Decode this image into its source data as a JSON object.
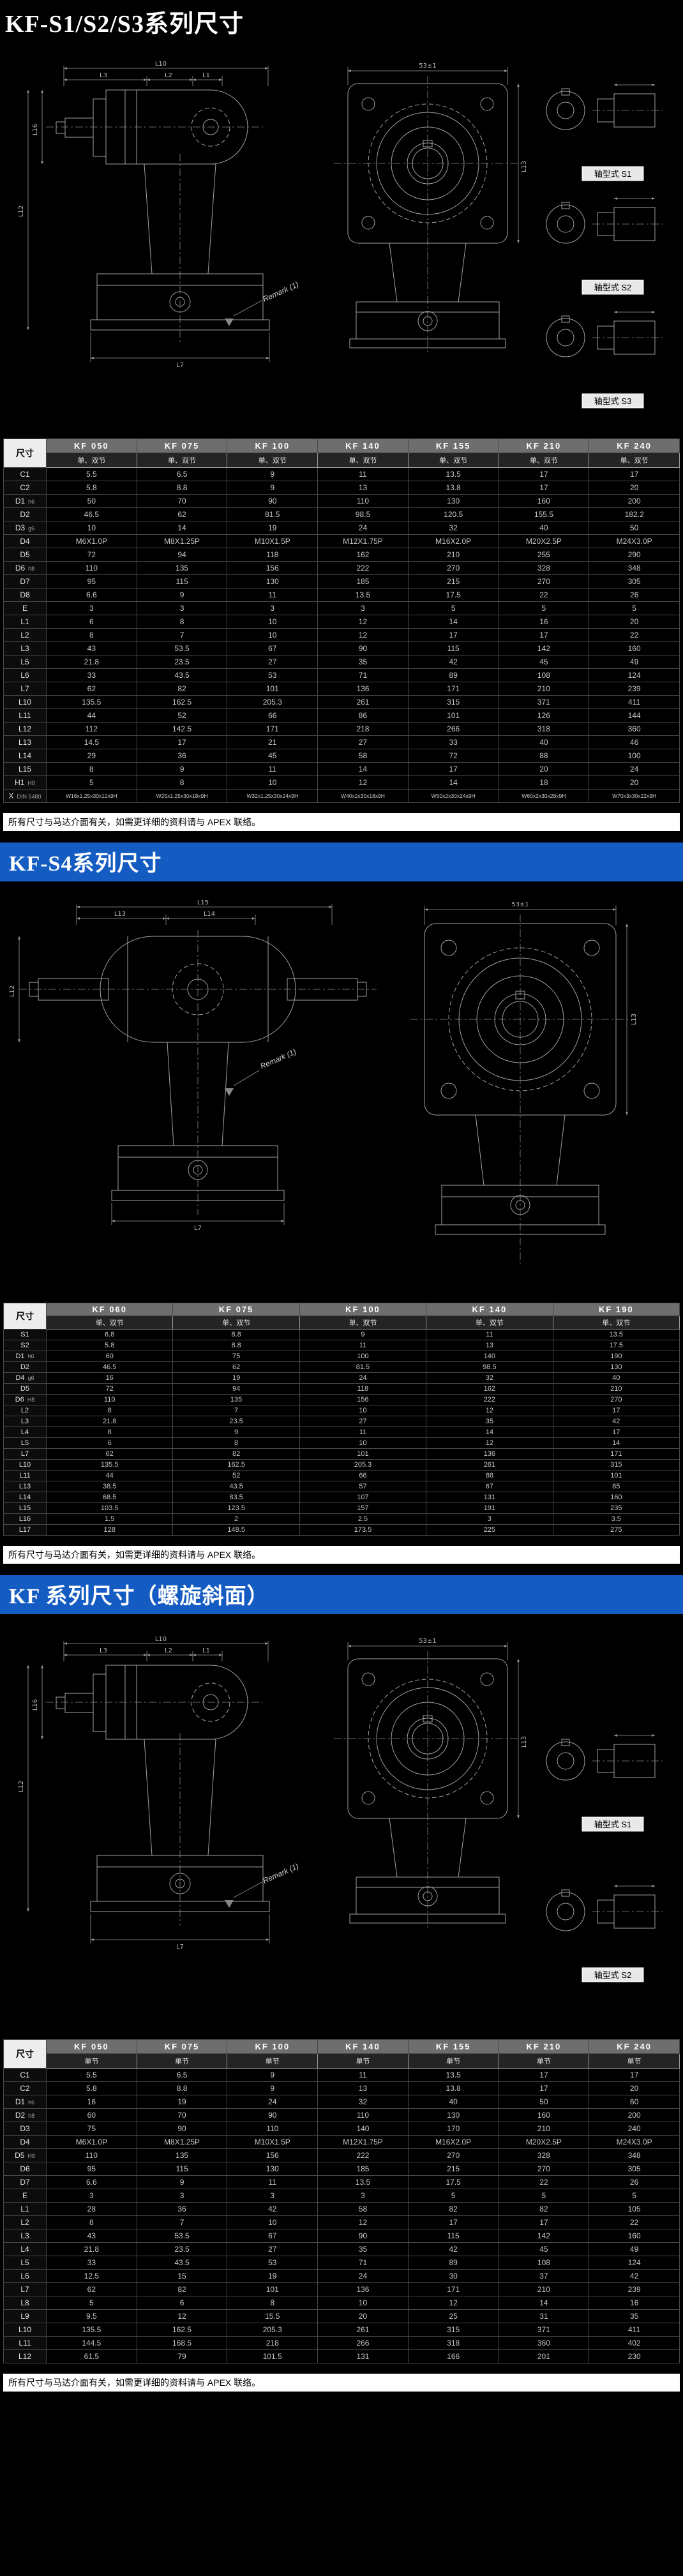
{
  "page": {
    "background": "#000000",
    "accent_blue": "#145cc2"
  },
  "sections": [
    {
      "title": "KF-S1/S2/S3系列尺寸",
      "note": "所有尺寸与马达介面有关，如需更详细的资料请与 APEX 联络。",
      "drawing": {
        "remark": "Remark (1)",
        "shaft_types": [
          "轴型式 S1",
          "轴型式 S2",
          "轴型式 S3"
        ],
        "dims": {
          "top_main": "L10",
          "top_a": "L3",
          "top_b": "L2",
          "top_c": "L1",
          "side_left": "L16",
          "side_left2": "L12",
          "bottom": "L7",
          "front_top": "53±1",
          "front_side": "L13"
        }
      },
      "table": {
        "dim_header": "尺寸",
        "sub_header": "单、双节",
        "col_headers": [
          "KF 050",
          "KF 075",
          "KF 100",
          "KF 140",
          "KF 155",
          "KF 210",
          "KF 240"
        ],
        "rows": [
          {
            "label": "C1",
            "values": [
              "5.5",
              "6.5",
              "9",
              "11",
              "13.5",
              "17",
              "17"
            ]
          },
          {
            "label": "C2",
            "values": [
              "5.8",
              "8.8",
              "9",
              "13",
              "13.8",
              "17",
              "20"
            ]
          },
          {
            "label": "D1",
            "tol": "h6",
            "values": [
              "50",
              "70",
              "90",
              "110",
              "130",
              "160",
              "200"
            ]
          },
          {
            "label": "D2",
            "values": [
              "46.5",
              "62",
              "81.5",
              "98.5",
              "120.5",
              "155.5",
              "182.2"
            ]
          },
          {
            "label": "D3",
            "tol": "g6",
            "values": [
              "10",
              "14",
              "19",
              "24",
              "32",
              "40",
              "50"
            ]
          },
          {
            "label": "D4",
            "values": [
              "M6X1.0P",
              "M8X1.25P",
              "M10X1.5P",
              "M12X1.75P",
              "M16X2.0P",
              "M20X2.5P",
              "M24X3.0P"
            ]
          },
          {
            "label": "D5",
            "values": [
              "72",
              "94",
              "118",
              "162",
              "210",
              "255",
              "290"
            ]
          },
          {
            "label": "D6",
            "tol": "h8",
            "values": [
              "110",
              "135",
              "156",
              "222",
              "270",
              "328",
              "348"
            ]
          },
          {
            "label": "D7",
            "values": [
              "95",
              "115",
              "130",
              "185",
              "215",
              "270",
              "305"
            ]
          },
          {
            "label": "D8",
            "values": [
              "6.6",
              "9",
              "11",
              "13.5",
              "17.5",
              "22",
              "26"
            ]
          },
          {
            "label": "E",
            "values": [
              "3",
              "3",
              "3",
              "3",
              "5",
              "5",
              "5"
            ]
          },
          {
            "label": "L1",
            "values": [
              "6",
              "8",
              "10",
              "12",
              "14",
              "16",
              "20"
            ]
          },
          {
            "label": "L2",
            "values": [
              "8",
              "7",
              "10",
              "12",
              "17",
              "17",
              "22"
            ]
          },
          {
            "label": "L3",
            "values": [
              "43",
              "53.5",
              "67",
              "90",
              "115",
              "142",
              "160"
            ]
          },
          {
            "label": "L5",
            "values": [
              "21.8",
              "23.5",
              "27",
              "35",
              "42",
              "45",
              "49"
            ]
          },
          {
            "label": "L6",
            "values": [
              "33",
              "43.5",
              "53",
              "71",
              "89",
              "108",
              "124"
            ]
          },
          {
            "label": "L7",
            "values": [
              "62",
              "82",
              "101",
              "136",
              "171",
              "210",
              "239"
            ]
          },
          {
            "label": "L10",
            "values": [
              "135.5",
              "162.5",
              "205.3",
              "261",
              "315",
              "371",
              "411"
            ]
          },
          {
            "label": "L11",
            "values": [
              "44",
              "52",
              "66",
              "86",
              "101",
              "126",
              "144"
            ]
          },
          {
            "label": "L12",
            "values": [
              "112",
              "142.5",
              "171",
              "218",
              "266",
              "318",
              "360"
            ]
          },
          {
            "label": "L13",
            "values": [
              "14.5",
              "17",
              "21",
              "27",
              "33",
              "40",
              "46"
            ]
          },
          {
            "label": "L14",
            "values": [
              "29",
              "36",
              "45",
              "58",
              "72",
              "88",
              "100"
            ]
          },
          {
            "label": "L15",
            "values": [
              "8",
              "9",
              "11",
              "14",
              "17",
              "20",
              "24"
            ]
          },
          {
            "label": "H1",
            "tol": "H8",
            "values": [
              "5",
              "8",
              "10",
              "12",
              "14",
              "18",
              "20"
            ]
          },
          {
            "label": "X",
            "tol": "DIN 5480",
            "small": true,
            "values": [
              "W16x1.25x30x12x9H",
              "W25x1.25x30x18x9H",
              "W32x1.25x30x24x9H",
              "W40x2x30x18x9H",
              "W50x2x30x24x9H",
              "W60x2x30x28x9H",
              "W70x3x30x22x9H"
            ]
          }
        ]
      }
    },
    {
      "title": "KF-S4系列尺寸",
      "note": "所有尺寸与马达介面有关，如需更详细的资料请与 APEX 联络。",
      "drawing": {
        "remark": "Remark (1)",
        "dims": {
          "top_main": "L15",
          "top_a": "L13",
          "top_b": "L14",
          "side_left": "L12",
          "bottom": "L7",
          "front_top": "53±1",
          "front_side": "L13"
        }
      },
      "table": {
        "dim_header": "尺寸",
        "sub_header": "单、双节",
        "col_headers": [
          "KF 060",
          "KF 075",
          "KF 100",
          "KF 140",
          "KF 190"
        ],
        "rows": [
          {
            "label": "S1",
            "values": [
              "6.8",
              "8.8",
              "9",
              "11",
              "13.5"
            ]
          },
          {
            "label": "S2",
            "values": [
              "5.8",
              "8.8",
              "11",
              "13",
              "17.5"
            ]
          },
          {
            "label": "D1",
            "tol": "h6",
            "values": [
              "60",
              "75",
              "100",
              "140",
              "190"
            ]
          },
          {
            "label": "D2",
            "values": [
              "46.5",
              "62",
              "81.5",
              "98.5",
              "130"
            ]
          },
          {
            "label": "D4",
            "tol": "g6",
            "values": [
              "16",
              "19",
              "24",
              "32",
              "40"
            ]
          },
          {
            "label": "D5",
            "values": [
              "72",
              "94",
              "118",
              "162",
              "210"
            ]
          },
          {
            "label": "D6",
            "tol": "H8",
            "values": [
              "110",
              "135",
              "156",
              "222",
              "270"
            ]
          },
          {
            "label": "L2",
            "values": [
              "8",
              "7",
              "10",
              "12",
              "17"
            ]
          },
          {
            "label": "L3",
            "values": [
              "21.8",
              "23.5",
              "27",
              "35",
              "42"
            ]
          },
          {
            "label": "L4",
            "values": [
              "8",
              "9",
              "11",
              "14",
              "17"
            ]
          },
          {
            "label": "L5",
            "values": [
              "6",
              "8",
              "10",
              "12",
              "14"
            ]
          },
          {
            "label": "L7",
            "values": [
              "62",
              "82",
              "101",
              "136",
              "171"
            ]
          },
          {
            "label": "L10",
            "values": [
              "135.5",
              "162.5",
              "205.3",
              "261",
              "315"
            ]
          },
          {
            "label": "L11",
            "values": [
              "44",
              "52",
              "66",
              "86",
              "101"
            ]
          },
          {
            "label": "L13",
            "values": [
              "38.5",
              "43.5",
              "57",
              "67",
              "85"
            ]
          },
          {
            "label": "L14",
            "values": [
              "68.5",
              "83.5",
              "107",
              "131",
              "160"
            ]
          },
          {
            "label": "L15",
            "values": [
              "103.5",
              "123.5",
              "157",
              "191",
              "235"
            ]
          },
          {
            "label": "L16",
            "values": [
              "1.5",
              "2",
              "2.5",
              "3",
              "3.5"
            ]
          },
          {
            "label": "L17",
            "values": [
              "128",
              "148.5",
              "173.5",
              "225",
              "275"
            ]
          }
        ]
      }
    },
    {
      "title": "KF 系列尺寸（螺旋斜面）",
      "note": "所有尺寸与马达介面有关，如需更详细的资料请与 APEX 联络。",
      "drawing": {
        "remark": "Remark (1)",
        "shaft_types": [
          "轴型式 S1",
          "轴型式 S2"
        ],
        "dims": {
          "top_main": "L10",
          "top_a": "L3",
          "top_b": "L2",
          "top_c": "L1",
          "side_left": "L16",
          "side_left2": "L12",
          "bottom": "L7",
          "front_top": "53±1",
          "front_side": "L13"
        }
      },
      "table": {
        "dim_header": "尺寸",
        "sub_header": "单节",
        "col_headers": [
          "KF 050",
          "KF 075",
          "KF 100",
          "KF 140",
          "KF 155",
          "KF 210",
          "KF 240"
        ],
        "rows": [
          {
            "label": "C1",
            "values": [
              "5.5",
              "6.5",
              "9",
              "11",
              "13.5",
              "17",
              "17"
            ]
          },
          {
            "label": "C2",
            "values": [
              "5.8",
              "8.8",
              "9",
              "13",
              "13.8",
              "17",
              "20"
            ]
          },
          {
            "label": "D1",
            "tol": "h6",
            "values": [
              "16",
              "19",
              "24",
              "32",
              "40",
              "50",
              "60"
            ]
          },
          {
            "label": "D2",
            "tol": "h8",
            "values": [
              "60",
              "70",
              "90",
              "110",
              "130",
              "160",
              "200"
            ]
          },
          {
            "label": "D3",
            "values": [
              "75",
              "90",
              "110",
              "140",
              "170",
              "210",
              "240"
            ]
          },
          {
            "label": "D4",
            "values": [
              "M6X1.0P",
              "M8X1.25P",
              "M10X1.5P",
              "M12X1.75P",
              "M16X2.0P",
              "M20X2.5P",
              "M24X3.0P"
            ]
          },
          {
            "label": "D5",
            "tol": "H8",
            "values": [
              "110",
              "135",
              "156",
              "222",
              "270",
              "328",
              "348"
            ]
          },
          {
            "label": "D6",
            "values": [
              "95",
              "115",
              "130",
              "185",
              "215",
              "270",
              "305"
            ]
          },
          {
            "label": "D7",
            "values": [
              "6.6",
              "9",
              "11",
              "13.5",
              "17.5",
              "22",
              "26"
            ]
          },
          {
            "label": "E",
            "values": [
              "3",
              "3",
              "3",
              "3",
              "5",
              "5",
              "5"
            ]
          },
          {
            "label": "L1",
            "values": [
              "28",
              "36",
              "42",
              "58",
              "82",
              "82",
              "105"
            ]
          },
          {
            "label": "L2",
            "values": [
              "8",
              "7",
              "10",
              "12",
              "17",
              "17",
              "22"
            ]
          },
          {
            "label": "L3",
            "values": [
              "43",
              "53.5",
              "67",
              "90",
              "115",
              "142",
              "160"
            ]
          },
          {
            "label": "L4",
            "values": [
              "21.8",
              "23.5",
              "27",
              "35",
              "42",
              "45",
              "49"
            ]
          },
          {
            "label": "L5",
            "values": [
              "33",
              "43.5",
              "53",
              "71",
              "89",
              "108",
              "124"
            ]
          },
          {
            "label": "L6",
            "values": [
              "12.5",
              "15",
              "19",
              "24",
              "30",
              "37",
              "42"
            ]
          },
          {
            "label": "L7",
            "values": [
              "62",
              "82",
              "101",
              "136",
              "171",
              "210",
              "239"
            ]
          },
          {
            "label": "L8",
            "values": [
              "5",
              "6",
              "8",
              "10",
              "12",
              "14",
              "16"
            ]
          },
          {
            "label": "L9",
            "values": [
              "9.5",
              "12",
              "15.5",
              "20",
              "25",
              "31",
              "35"
            ]
          },
          {
            "label": "L10",
            "values": [
              "135.5",
              "162.5",
              "205.3",
              "261",
              "315",
              "371",
              "411"
            ]
          },
          {
            "label": "L11",
            "values": [
              "144.5",
              "168.5",
              "218",
              "266",
              "318",
              "360",
              "402"
            ]
          },
          {
            "label": "L12",
            "values": [
              "61.5",
              "79",
              "101.5",
              "131",
              "166",
              "201",
              "230"
            ]
          }
        ]
      }
    }
  ]
}
